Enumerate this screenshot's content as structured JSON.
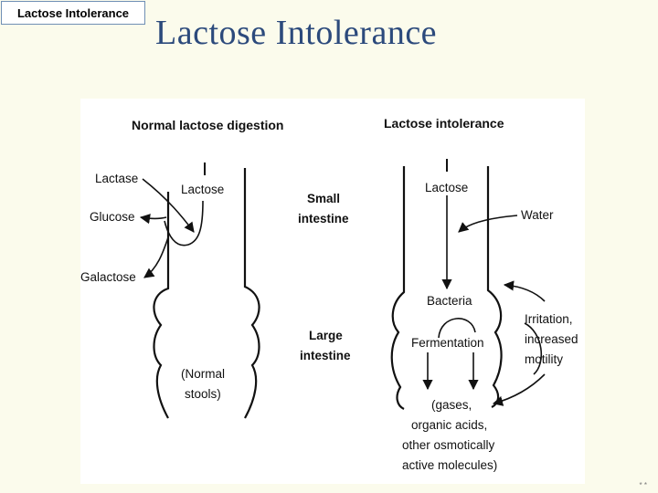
{
  "header": {
    "tag_label": "Lactose Intolerance",
    "title": "Lactose Intolerance"
  },
  "diagram": {
    "left": {
      "heading": "Normal lactose digestion",
      "lactase": "Lactase",
      "lactose": "Lactose",
      "glucose": "Glucose",
      "galactose": "Galactose",
      "stools_1": "(Normal",
      "stools_2": "stools)"
    },
    "middle": {
      "small_1": "Small",
      "small_2": "intestine",
      "large_1": "Large",
      "large_2": "intestine"
    },
    "right": {
      "heading": "Lactose intolerance",
      "lactose": "Lactose",
      "water": "Water",
      "bacteria": "Bacteria",
      "fermentation": "Fermentation",
      "irritation_1": "Irritation,",
      "irritation_2": "increased",
      "irritation_3": "motility",
      "gases_1": "(gases,",
      "gases_2": "organic acids,",
      "gases_3": "other osmotically",
      "gases_4": "active molecules)"
    }
  },
  "footer": {
    "mark": "* *"
  }
}
